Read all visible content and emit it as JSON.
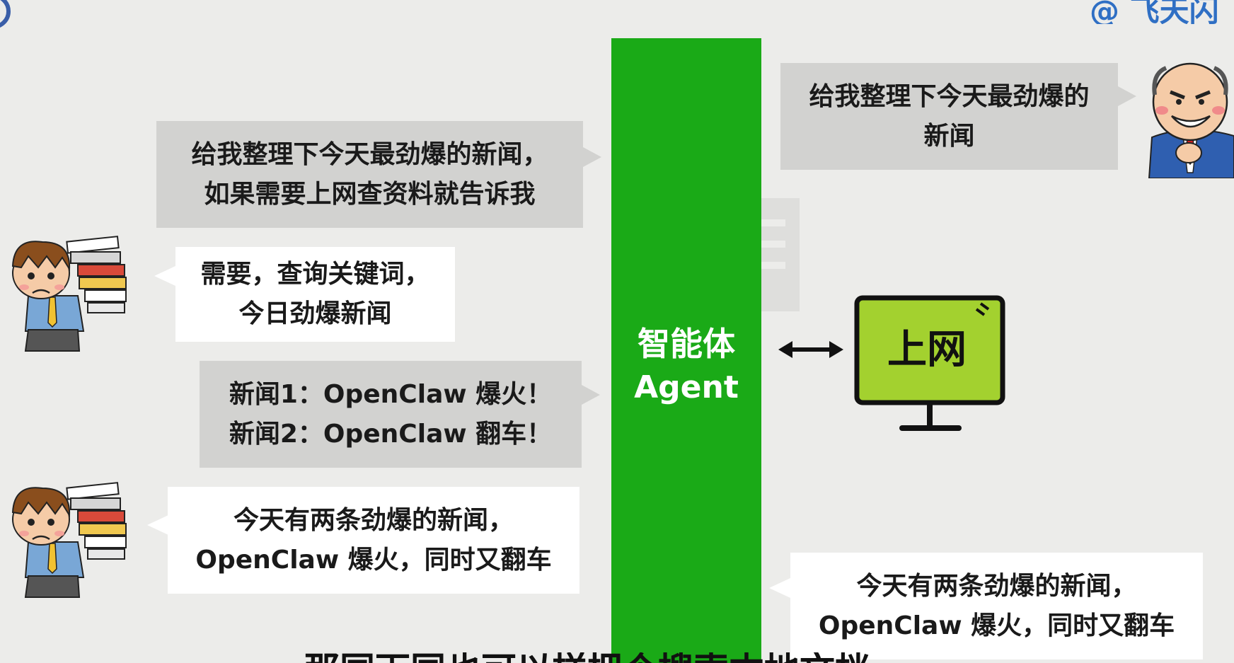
{
  "watermark_handle": "@ 飞天闪",
  "agent": {
    "cn_label": "智能体",
    "en_label": "Agent",
    "color": "#1aaa17"
  },
  "monitor": {
    "screen_text": "上网",
    "screen_color": "#a3d12f",
    "glyph_icon": "monitor-icon"
  },
  "bubbles": {
    "user_request": {
      "lines": [
        "给我整理下今天最劲爆的新闻，",
        "如果需要上网查资料就告诉我"
      ]
    },
    "agent_reply_search": {
      "lines": [
        "需要，查询关键词，",
        "今日劲爆新闻"
      ]
    },
    "news_results": {
      "lines": [
        "新闻1：OpenClaw 爆火！",
        "新闻2：OpenClaw 翻车！"
      ]
    },
    "agent_summary_left": {
      "lines": [
        "今天有两条劲爆的新闻，",
        "OpenClaw 爆火，同时又翻车"
      ]
    },
    "boss_request": {
      "lines": [
        "给我整理下今天最劲爆的",
        "新闻"
      ]
    },
    "agent_summary_right": {
      "lines": [
        "今天有两条劲爆的新闻，",
        "OpenClaw 爆火，同时又翻车"
      ]
    }
  },
  "subtitle": "那同下同也可以样把个搜索本地文档"
}
